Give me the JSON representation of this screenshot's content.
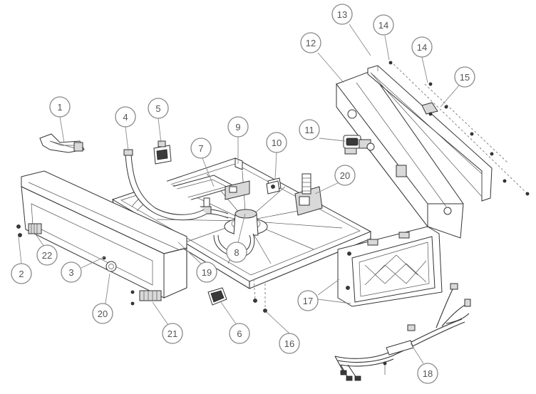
{
  "callouts": [
    {
      "id": "c1",
      "label": "1"
    },
    {
      "id": "c2",
      "label": "2"
    },
    {
      "id": "c3",
      "label": "3"
    },
    {
      "id": "c4",
      "label": "4"
    },
    {
      "id": "c5",
      "label": "5"
    },
    {
      "id": "c6",
      "label": "6"
    },
    {
      "id": "c7",
      "label": "7"
    },
    {
      "id": "c8",
      "label": "8"
    },
    {
      "id": "c9",
      "label": "9"
    },
    {
      "id": "c10",
      "label": "10"
    },
    {
      "id": "c11",
      "label": "11"
    },
    {
      "id": "c12",
      "label": "12"
    },
    {
      "id": "c13",
      "label": "13"
    },
    {
      "id": "c14a",
      "label": "14"
    },
    {
      "id": "c14b",
      "label": "14"
    },
    {
      "id": "c15",
      "label": "15"
    },
    {
      "id": "c16",
      "label": "16"
    },
    {
      "id": "c17",
      "label": "17"
    },
    {
      "id": "c18",
      "label": "18"
    },
    {
      "id": "c19",
      "label": "19"
    },
    {
      "id": "c20a",
      "label": "20"
    },
    {
      "id": "c20b",
      "label": "20"
    },
    {
      "id": "c21",
      "label": "21"
    },
    {
      "id": "c22",
      "label": "22"
    }
  ]
}
